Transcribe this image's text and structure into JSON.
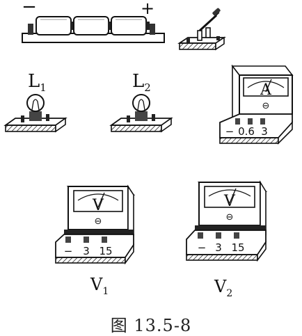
{
  "battery": {
    "minus_label": "−",
    "plus_label": "+"
  },
  "lamps": [
    {
      "letter": "L",
      "sub": "1"
    },
    {
      "letter": "L",
      "sub": "2"
    }
  ],
  "ammeter": {
    "dial_symbol": "A",
    "zero_mark": "⊖",
    "terminals": [
      "−",
      "0.6",
      "3"
    ]
  },
  "voltmeters": [
    {
      "dial_symbol": "V",
      "zero_mark": "⊖",
      "terminals": [
        "−",
        "3",
        "15"
      ],
      "name": "V",
      "sub": "1"
    },
    {
      "dial_symbol": "V",
      "zero_mark": "⊖",
      "terminals": [
        "−",
        "3",
        "15"
      ],
      "name": "V",
      "sub": "2"
    }
  ],
  "figure": {
    "caption": "图 13.5-8"
  }
}
